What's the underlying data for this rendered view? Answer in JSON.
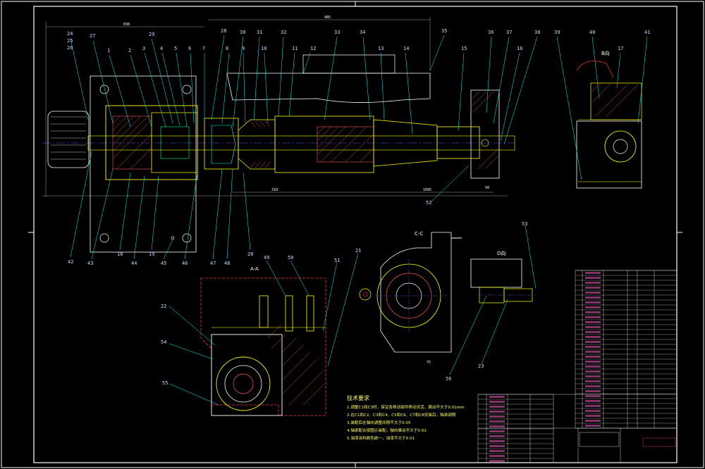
{
  "drawing": {
    "background": "#000000",
    "colors": {
      "outline": "#ffffff",
      "part": "#ffff00",
      "leader": "#00ffff",
      "hidden": "#ff3333",
      "center": "#5555ff",
      "hatch": "#ff5555",
      "dim": "#cccccc",
      "label": "#c8d8ff",
      "table_text": "#ff66cc"
    },
    "part_numbers_top": [
      "24",
      "25",
      "26",
      "27",
      "1",
      "2",
      "3",
      "29",
      "4",
      "5",
      "6",
      "7",
      "28",
      "8",
      "30",
      "9",
      "31",
      "10",
      "32",
      "11",
      "12",
      "33",
      "34",
      "13",
      "14",
      "35",
      "15",
      "36",
      "37",
      "16",
      "38",
      "39",
      "40",
      "17",
      "41"
    ],
    "part_numbers_bottom": [
      "42",
      "43",
      "18",
      "44",
      "19",
      "45",
      "46",
      "47",
      "48",
      "20",
      "49",
      "50",
      "51",
      "21",
      "52",
      "53",
      "54",
      "55",
      "56",
      "22",
      "23"
    ],
    "section_labels": {
      "c_c": "C-C",
      "a_a": "A-A",
      "d_view": "D向",
      "b_view": "B向"
    },
    "tech_requirements": {
      "title": "技术要求",
      "lines": [
        "1.调整C1和C3时，保证各移动部件移动灵活，跳动不大于0.01mm",
        "2.在C1和C2、C3和C4、C5和C6、C7和C8安装后，轴承调隙",
        "3.装配后在轴向调整间隙不大于0.05",
        "4.轴承配合按图示装配，轴向窜动不大于0.02",
        "5.油漆涂料颜色统一，油漆不大于0.01"
      ]
    }
  }
}
